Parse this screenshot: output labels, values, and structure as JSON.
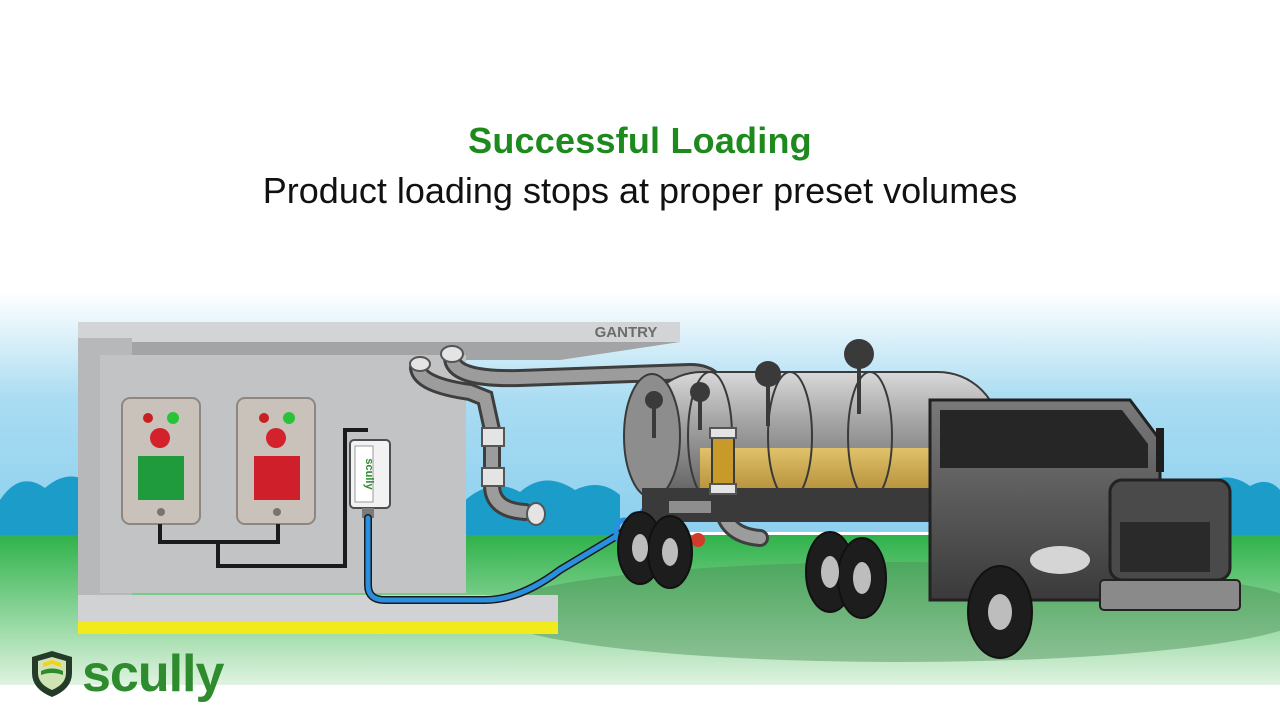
{
  "header": {
    "title": "Successful Loading",
    "subtitle": "Product loading stops at proper preset volumes"
  },
  "gantry": {
    "label": "GANTRY"
  },
  "device": {
    "brand": "scully"
  },
  "logo": {
    "text": "scully",
    "icon": "shield-icon"
  },
  "colors": {
    "title": "#1e8a1e",
    "sky": "#9fd6ef",
    "grass": "#2fb24a",
    "gantry": "#b9babb",
    "hose": "#2b8fe0",
    "safe_strip": "#f3ea1b",
    "truck": "#5a5a5a",
    "logo_green": "#2e8b2e"
  }
}
